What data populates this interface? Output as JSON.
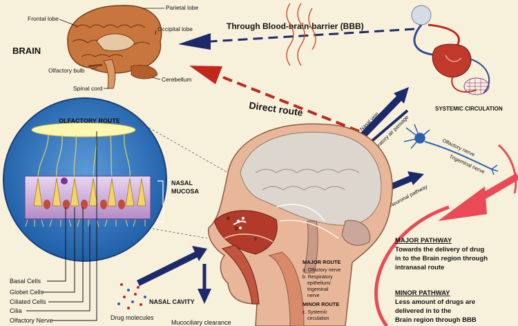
{
  "brain_title": "BRAIN",
  "brain_labels": {
    "parietal": "Parietal lobe",
    "frontal": "Frontal lobe",
    "occipital": "Occipital lobe",
    "olfactory_bulb": "Olfactory bulb",
    "cerebellum": "Cerebellum",
    "spinal_cord": "Spinal cord"
  },
  "routes": {
    "bbb": "Through Blood-brain-barrier (BBB)",
    "direct": "Direct route",
    "nasal_vein": "Nasal vein",
    "respiratory_air": "Respiratory air passage",
    "neuronal": "Neuronal pathway"
  },
  "systemic_circulation": "SYSTEMIC CIRCULATION",
  "nerves": {
    "olfactory": "Olfactory nerve",
    "trigeminal": "Trigeminal nerve"
  },
  "olfactory_route": "OLFACTORY ROUTE",
  "nasal_mucosa_1": "NASAL",
  "nasal_mucosa_2": "MUCOSA",
  "cell_labels": [
    "Basal Cells",
    "Globet Cells",
    "Ciliated  Cells",
    "Cilia",
    "Olfactory Nerve"
  ],
  "nasal_cavity": "NASAL CAVITY",
  "drug_molecules": "Drug molecules",
  "mucociliary": "Mucociliary clearance",
  "head_letters": [
    "a",
    "b",
    "c"
  ],
  "major_route": {
    "title": "MAJOR ROUTE",
    "items": [
      "a. Olfactory nerve",
      "b. Respiratory",
      "epithelium/",
      "trigeminal",
      "nerve"
    ]
  },
  "minor_route": {
    "title": "MINOR ROUTE",
    "items": [
      "c. Systemic",
      "circulation"
    ]
  },
  "major_pathway": {
    "title": "MAJOR PATHWAY",
    "lines": [
      "Towards the delivery of drug",
      "in to the Brain region through",
      "intranasal route"
    ]
  },
  "minor_pathway": {
    "title": "MINOR PATHWAY",
    "lines": [
      "Less amount of drugs are",
      "delivered in to the",
      "Brain region through BBB"
    ]
  },
  "colors": {
    "navy": "#1c2a6b",
    "red": "#c0281c",
    "accent_pink": "#e94a55",
    "background": "#f7f1dc",
    "circle_blue": "#2f6fb7"
  },
  "icons": [
    "brain-illustration",
    "heart-circulation-illustration",
    "neuron-illustration",
    "head-cross-section-illustration"
  ]
}
